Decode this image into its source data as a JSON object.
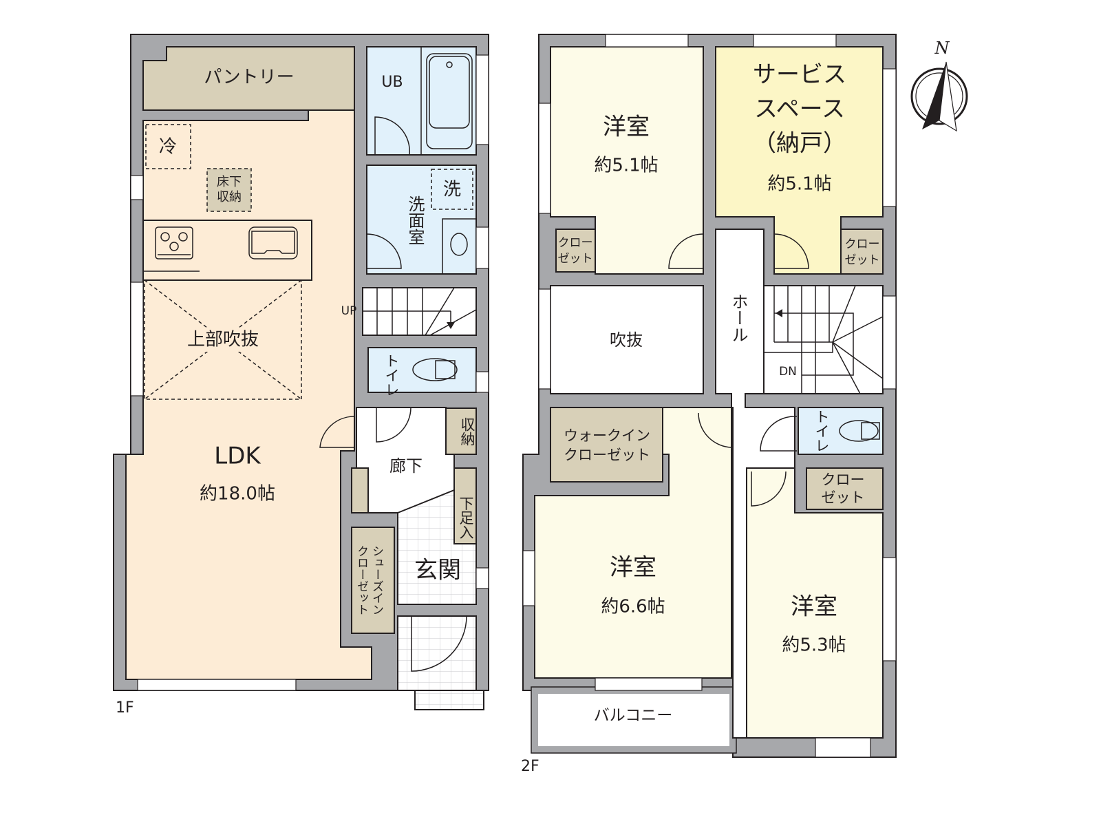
{
  "colors": {
    "wall": "#a7a8ab",
    "ldk": "#fdecd6",
    "storage": "#d8d0b8",
    "wet": "#e1f1fb",
    "bedroom": "#fdfbe8",
    "service_space": "#fcf6c6",
    "tile": "#ffffff"
  },
  "floor1": {
    "label": "1F",
    "pantry": "パントリー",
    "fridge": "冷",
    "underfloor_storage": [
      "床下",
      "収納"
    ],
    "void_above": "上部吹抜",
    "ldk": {
      "name": "LDK",
      "size": "約18.0帖"
    },
    "unit_bath": "UB",
    "washroom": "洗面室",
    "washer": "洗",
    "stairs": "UP",
    "toilet": "トイレ",
    "storage": "収納",
    "corridor": "廊下",
    "shoe_cabinet": "下足入",
    "shoe_closet": [
      "シューズイン",
      "クローゼット"
    ],
    "entrance": "玄関"
  },
  "floor2": {
    "label": "2F",
    "western_room_nw": {
      "name": "洋室",
      "size": "約5.1帖"
    },
    "service_space": {
      "lines": [
        "サービス",
        "スペース",
        "（納戸）"
      ],
      "size": "約5.1帖"
    },
    "closet_label": [
      "クロー",
      "ゼット"
    ],
    "void": "吹抜",
    "hall": "ホール",
    "stairs": "DN",
    "walk_in_closet": [
      "ウォークイン",
      "クローゼット"
    ],
    "western_room_sw": {
      "name": "洋室",
      "size": "約6.6帖"
    },
    "toilet": "トイレ",
    "western_room_se": {
      "name": "洋室",
      "size": "約5.3帖"
    },
    "balcony": "バルコニー"
  },
  "compass": {
    "label": "N",
    "icon": "north-arrow-icon"
  }
}
